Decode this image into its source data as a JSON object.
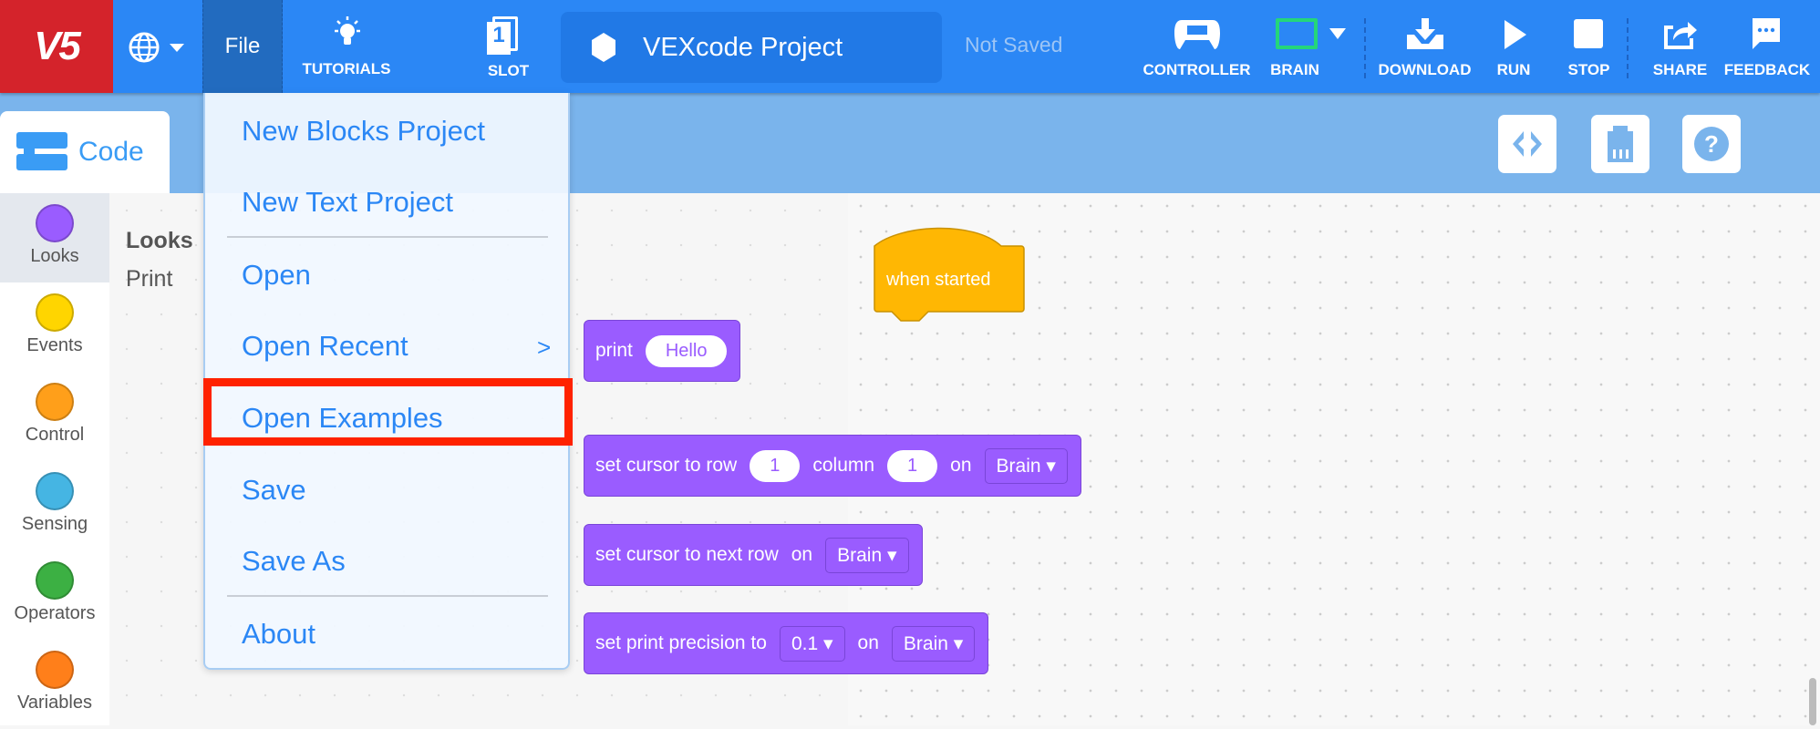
{
  "topbar": {
    "logo": "V5",
    "file": "File",
    "tutorials": "TUTORIALS",
    "slot_number": "1",
    "slot": "SLOT",
    "project_name": "VEXcode Project",
    "save_status": "Not Saved",
    "controller": "CONTROLLER",
    "brain": "BRAIN",
    "download": "DOWNLOAD",
    "run": "RUN",
    "stop": "STOP",
    "share": "SHARE",
    "feedback": "FEEDBACK"
  },
  "code_tab": "Code",
  "categories": [
    {
      "label": "Looks",
      "color": "#9a5cff"
    },
    {
      "label": "Events",
      "color": "#ffd500"
    },
    {
      "label": "Control",
      "color": "#ff9f1a"
    },
    {
      "label": "Sensing",
      "color": "#45b5e3"
    },
    {
      "label": "Operators",
      "color": "#3cb043"
    },
    {
      "label": "Variables",
      "color": "#ff7f1a"
    }
  ],
  "palette": {
    "section": "Looks",
    "subsection": "Print",
    "print_block": {
      "label": "print",
      "value": "Hello"
    },
    "set_cursor": {
      "label": "set cursor to row",
      "row": "1",
      "column_label": "column",
      "column": "1",
      "on": "on",
      "device": "Brain"
    },
    "next_row": {
      "label": "set cursor to next row",
      "on": "on",
      "device": "Brain"
    },
    "precision": {
      "label": "set print precision to",
      "value": "0.1",
      "on": "on",
      "device": "Brain"
    }
  },
  "canvas": {
    "event_block": "when started"
  },
  "file_menu": {
    "items": [
      "New Blocks Project",
      "New Text Project",
      "Open",
      "Open Recent",
      "Open Examples",
      "Save",
      "Save As",
      "About"
    ],
    "submenu_arrow": ">",
    "highlighted": "Open Examples",
    "highlight_color": "#ff2200"
  },
  "colors": {
    "topbar": "#2b87f5",
    "accent": "#2b87f5",
    "logo": "#d4232b"
  }
}
